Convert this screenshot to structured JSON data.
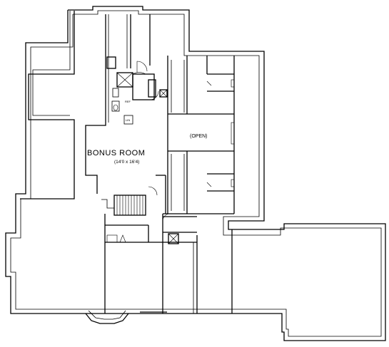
{
  "rooms": {
    "bonus_room": {
      "name": "BONUS ROOM",
      "dims": "(14'0 x 16'4)"
    },
    "open": {
      "label": "(OPEN)"
    }
  },
  "small_labels": {
    "linen": "LIN",
    "ref": "REF"
  }
}
